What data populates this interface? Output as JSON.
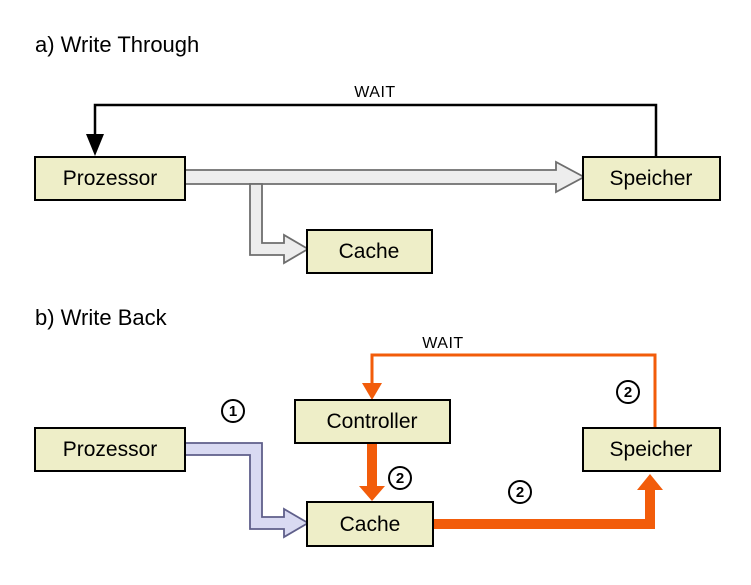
{
  "colors": {
    "box_fill": "#eeeec8",
    "box_border": "#000000",
    "orange_accent": "#f25c0a",
    "lavender_arrow_fill": "#d9daf2",
    "lavender_arrow_stroke": "#5f5f8a",
    "gray_arrow_fill": "#ededed",
    "gray_arrow_stroke": "#6e6e6e",
    "wait_line_a": "#000000"
  },
  "section_a": {
    "title": "a) Write Through",
    "wait_label": "WAIT",
    "boxes": {
      "prozessor": "Prozessor",
      "speicher": "Speicher",
      "cache": "Cache"
    }
  },
  "section_b": {
    "title": "b) Write Back",
    "wait_label": "WAIT",
    "boxes": {
      "prozessor": "Prozessor",
      "controller": "Controller",
      "speicher": "Speicher",
      "cache": "Cache"
    },
    "steps": {
      "step1": "1",
      "step2_wait": "2",
      "step2_controller_cache": "2",
      "step2_cache_speicher": "2"
    }
  }
}
